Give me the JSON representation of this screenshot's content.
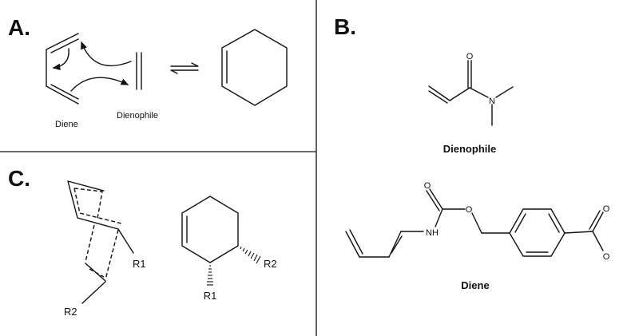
{
  "panels": {
    "a": {
      "label": "A.",
      "diene_caption": "Diene",
      "dienophile_caption": "Dienophile"
    },
    "b": {
      "label": "B.",
      "dienophile": {
        "atoms": {
          "oxygen": "O",
          "nitrogen": "N"
        },
        "caption": "Dienophile"
      },
      "diene": {
        "atoms": {
          "nh": "NH",
          "carbonyl_o": "O",
          "ester_o": "O",
          "acid_o_top": "O",
          "acid_o_bottom": "O"
        },
        "caption": "Diene"
      }
    },
    "c": {
      "label": "C.",
      "transition_state": {
        "r1": "R1",
        "r2": "R2"
      },
      "product": {
        "r1": "R1",
        "r2": "R2"
      }
    }
  }
}
